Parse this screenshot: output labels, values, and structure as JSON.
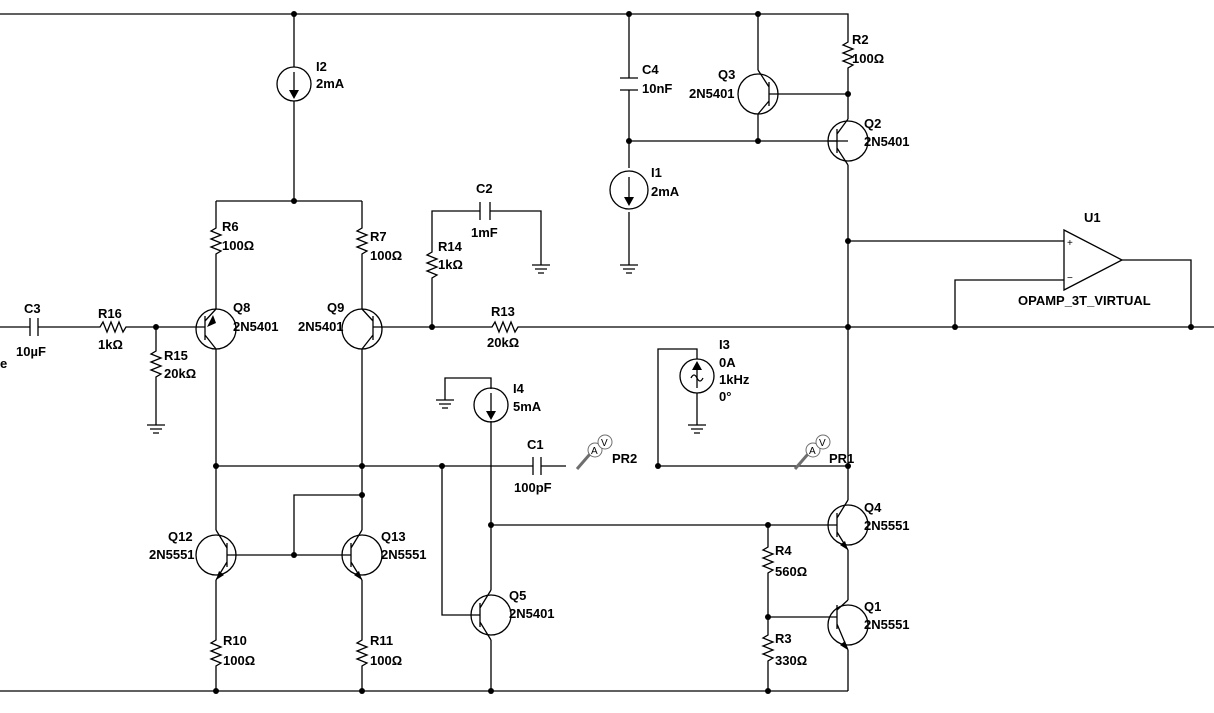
{
  "components": {
    "I1": {
      "name": "I1",
      "value": "2mA"
    },
    "I2": {
      "name": "I2",
      "value": "2mA"
    },
    "I3": {
      "name": "I3",
      "v1": "0A",
      "v2": "1kHz",
      "v3": "0°"
    },
    "I4": {
      "name": "I4",
      "value": "5mA"
    },
    "C1": {
      "name": "C1",
      "value": "100pF"
    },
    "C2": {
      "name": "C2",
      "value": "1mF"
    },
    "C3": {
      "name": "C3",
      "value": "10µF"
    },
    "C4": {
      "name": "C4",
      "value": "10nF"
    },
    "R2": {
      "name": "R2",
      "value": "100Ω"
    },
    "R3": {
      "name": "R3",
      "value": "330Ω"
    },
    "R4": {
      "name": "R4",
      "value": "560Ω"
    },
    "R6": {
      "name": "R6",
      "value": "100Ω"
    },
    "R7": {
      "name": "R7",
      "value": "100Ω"
    },
    "R10": {
      "name": "R10",
      "value": "100Ω"
    },
    "R11": {
      "name": "R11",
      "value": "100Ω"
    },
    "R13": {
      "name": "R13",
      "value": "20kΩ"
    },
    "R14": {
      "name": "R14",
      "value": "1kΩ"
    },
    "R15": {
      "name": "R15",
      "value": "20kΩ"
    },
    "R16": {
      "name": "R16",
      "value": "1kΩ"
    },
    "Q1": {
      "name": "Q1",
      "model": "2N5551"
    },
    "Q2": {
      "name": "Q2",
      "model": "2N5401"
    },
    "Q3": {
      "name": "Q3",
      "model": "2N5401"
    },
    "Q4": {
      "name": "Q4",
      "model": "2N5551"
    },
    "Q5": {
      "name": "Q5",
      "model": "2N5401"
    },
    "Q8": {
      "name": "Q8",
      "model": "2N5401"
    },
    "Q9": {
      "name": "Q9",
      "model": "2N5401"
    },
    "Q12": {
      "name": "Q12",
      "model": "2N5551"
    },
    "Q13": {
      "name": "Q13",
      "model": "2N5551"
    },
    "U1": {
      "name": "U1",
      "model": "OPAMP_3T_VIRTUAL"
    }
  },
  "probes": {
    "PR1": "PR1",
    "PR2": "PR2",
    "probe_symbol": "A V"
  },
  "offscreen_fragment": "e",
  "colors": {
    "wire": "#000000",
    "probe": "#6e6e6e",
    "background": "#ffffff"
  }
}
